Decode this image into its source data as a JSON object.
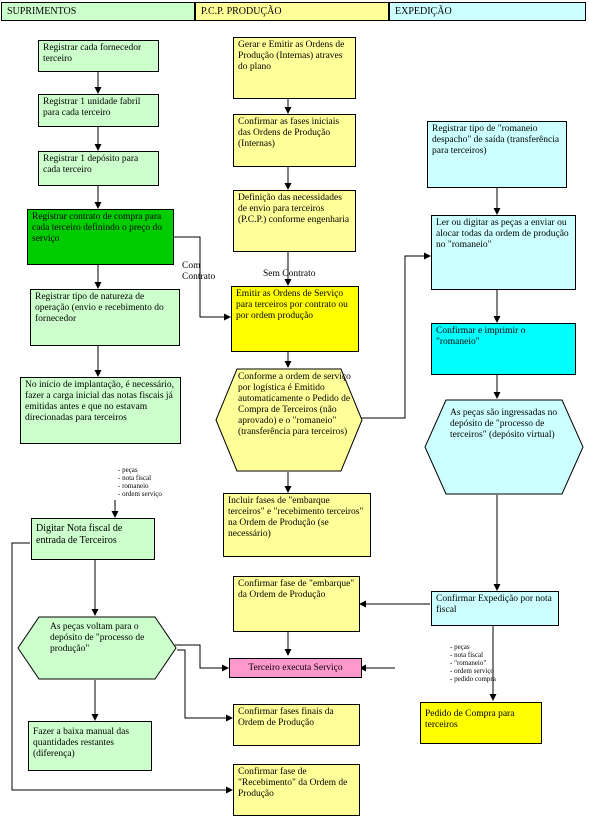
{
  "lanes": {
    "suprimentos": "SUPRIMENTOS",
    "pcp": "P.C.P. PRODUÇÃO",
    "expedicao": "EXPEDIÇÃO"
  },
  "boxes": {
    "registrar_fornecedor": "Registrar cada fornecedor terceiro",
    "registrar_unidade": "Registrar 1 unidade fabril para cada terceiro",
    "registrar_deposito": "Registrar 1 depósito para cada terceiro",
    "registrar_contrato": "Registrar contrato de compra para cada terceiro definindo o preço do serviço",
    "registrar_natureza": "Registrar tipo de natureza de operação (envio e recebimento do fornecedor",
    "carga_inicial": "No início de implantação, é necessário, fazer a carga inicial das notas fiscais já emitidas antes e que no estavam direcionadas para terceiros",
    "digitar_nf": "Digitar Nota fiscal de entrada de Terceiros",
    "baixa_manual": "Fazer a baixa manual das quantidades restantes (diferença)",
    "gerar_ordens": "Gerar e Emitir as Ordens de Produção (Internas) atraves do plano",
    "confirmar_fases_iniciais": "Confirmar as fases iniciais das Ordens de Produção (Internas)",
    "definicao_necessidades": "Definição das necessidades de envio para terceiros (P.C.P.) conforme engenharia",
    "emitir_ordens_servico": "Emitir as Ordens de Serviço para terceiros por contrato ou por ordem produção",
    "incluir_fases": "Incluir fases de \"embarque terceiros\" e \"recebimento terceiros\" na Ordem de Produção (se necessário)",
    "confirmar_embarque": "Confirmar fase de \"embarque\" da Ordem de Produção",
    "terceiro_executa": "Terceiro executa Serviço",
    "confirmar_fases_finais": "Confirmar fases finais da Ordem de Produção",
    "confirmar_recebimento": "Confirmar fase de \"Recebimento\" da Ordem de Produção",
    "registrar_romaneio": "Registrar tipo de \"romaneio despacho\" de saída (transferência para terceiros)",
    "ler_digitar": "Ler ou digitar as peças a enviar ou alocar todas da ordem de produção no \"romaneio\"",
    "confirmar_imprimir": "Confirmar e imprimir o \"romaneio\"",
    "confirmar_expedicao": "Confirmar Expedição por nota fiscal",
    "pedido_compra": "Pedido de Compra para terceiros"
  },
  "hexagons": {
    "pecas_voltam": "As peças voltam para o depósito de \"processo de produção\"",
    "conforme_ordem": "Conforme a ordem de serviço por logística é Emitido automaticamente o Pedido de Compra de Terceiros (não aprovado) e o \"romaneio\" (transferência para terceiros)",
    "pecas_ingressadas": "As peças são ingressadas no depósito de \"processo de terceiros\" (depósito virtual)"
  },
  "labels": {
    "com_contrato": "Com Contrato",
    "sem_contrato": "Sem Contrato"
  },
  "lists": {
    "docs_terceiros": [
      "- peças",
      "- nota fiscal",
      "- romaneio",
      "- ordem serviço"
    ],
    "docs_expedicao": [
      "- peças",
      "- nota fiscal",
      "- \"romaneio\"",
      "- ordem serviço",
      "- pedido compra"
    ]
  },
  "colors": {
    "light_green": "#ccffcc",
    "bright_green": "#00cc00",
    "light_yellow": "#ffff99",
    "bright_yellow": "#ffff00",
    "light_cyan": "#ccffff",
    "bright_cyan": "#00ffff",
    "pink": "#ff99cc"
  }
}
